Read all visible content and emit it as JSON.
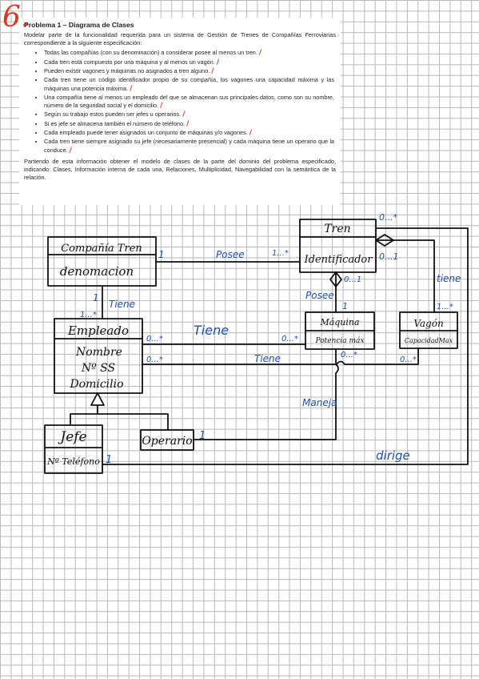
{
  "exercise_number": "6.",
  "problem": {
    "title": "Problema 1 – Diagrama de Clases",
    "intro": "Modelar parte de la funcionalidad requerida para un sistema de Gestión de Trenes de Compañías Ferroviarias correspondiente a la siguiente especificación:",
    "requirements": [
      "Todas las compañías (con su denominación) a considerar posee al menos un tren.",
      "Cada tren está compuesto por una máquina y al menos un vagón.",
      "Pueden existir vagones y máquinas no asignados a tren alguno.",
      "Cada tren tiene un código identificador propio de su compañía, los vagones una capacidad máxima y las máquinas una potencia máxima.",
      "Una compañía tiene al menos un empleado del que se almacenan sus principales datos, como son su nombre, número de la seguridad social y el domicilio.",
      "Según su trabajo estos pueden ser jefes u operarios.",
      "Si es jefe se almacena también el número de teléfono.",
      "Cada empleado puede tener asignados un conjunto de máquinas y/o vagones.",
      "Cada tren tiene siempre asignado su jefe (necesariamente presencial) y cada máquina tiene un operario que la conduce."
    ],
    "tick_mark": "/",
    "outro": "Partiendo de esta información obtener el modelo de clases de la parte del dominio del problema especificado, indicando: Clases, Información interna de cada una, Relaciones, Multiplicidad, Navegabilidad con la semántica de la relación."
  },
  "diagram": {
    "classes": {
      "tren": {
        "name": "Tren",
        "attrs": [
          "Identificador"
        ]
      },
      "compania": {
        "name": "Compañía Tren",
        "attrs": [
          "denomacion"
        ]
      },
      "empleado": {
        "name": "Empleado",
        "attrs": [
          "Nombre",
          "Nº SS",
          "Domicilio"
        ]
      },
      "maquina": {
        "name": "Máquina",
        "attrs": [
          "Potencia máx"
        ]
      },
      "vagon": {
        "name": "Vagón",
        "attrs": [
          "CapacidadMax"
        ]
      },
      "jefe": {
        "name": "Jefe",
        "attrs": [
          "Nº Teléfono"
        ]
      },
      "operario": {
        "name": "Operario",
        "attrs": []
      }
    },
    "labels": {
      "posee_compania_tren": "Posee",
      "mult_posee_compania": "1",
      "mult_posee_tren": "1...*",
      "tiene_compania_empleado": "Tiene",
      "mult_compania_side": "1",
      "mult_empleado_side": "1...*",
      "tiene_empleado_maquina": "Tiene",
      "mult_empleado_maquina_left": "0...*",
      "mult_empleado_maquina_right": "0...*",
      "tiene_empleado_vagon": "Tiene",
      "mult_empleado_vagon_left": "0...*",
      "mult_empleado_vagon_right": "0...*",
      "posee_tren_maquina": "Posee",
      "mult_tren_maquina_top": "0...1",
      "mult_tren_maquina_bottom": "1",
      "tiene_tren_vagon": "tiene",
      "mult_tren_vagon_tren": "0...1",
      "mult_tren_vagon_vagon": "1...*",
      "mult_tren_dirige": "0...*",
      "dirige": "dirige",
      "mult_jefe_dirige": "1",
      "maneja": "Maneja",
      "mult_operario": "1",
      "mult_maquina_maneja": "0...*"
    }
  },
  "colors": {
    "ink": "#111111",
    "blue_ink": "#1d4fb5",
    "red_ink": "#d23a22"
  }
}
